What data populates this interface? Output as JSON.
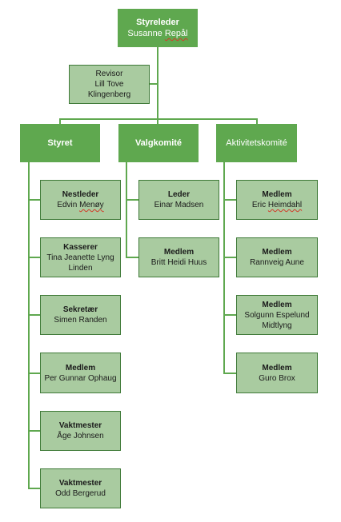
{
  "chair": {
    "title": "Styreleder",
    "name_a": "Susanne ",
    "name_b": "Repål"
  },
  "auditor": {
    "title": "Revisor",
    "line1": "Lill Tove",
    "line2": "Klingenberg"
  },
  "groups": [
    {
      "label": "Styret"
    },
    {
      "label": "Valgkomité"
    },
    {
      "label": "Aktivitetskomité"
    }
  ],
  "board": [
    {
      "title": "Nestleder",
      "name_a": "Edvin ",
      "name_b": "Menøy",
      "name_c": ""
    },
    {
      "title": "Kasserer",
      "name_a": "Tina Jeanette Lyng",
      "name_b": "Linden",
      "name_c": ""
    },
    {
      "title": "Sekretær",
      "name_a": "Simen Randen",
      "name_b": "",
      "name_c": ""
    },
    {
      "title": "Medlem",
      "name_a": "Per Gunnar ",
      "name_b": "Ophaug",
      "name_c": ""
    },
    {
      "title": "Vaktmester",
      "name_a": "Åge Johnsen",
      "name_b": "",
      "name_c": ""
    },
    {
      "title": "Vaktmester",
      "name_a": "Odd Bergerud",
      "name_b": "",
      "name_c": ""
    }
  ],
  "nomination": [
    {
      "title": "Leder",
      "name": "Einar Madsen"
    },
    {
      "title": "Medlem",
      "name": "Britt Heidi Huus"
    }
  ],
  "activity": [
    {
      "title": "Medlem",
      "name_a": "Eric ",
      "name_b": "Heimdahl",
      "name_c": ""
    },
    {
      "title": "Medlem",
      "name_a": "Rannveig Aune",
      "name_b": "",
      "name_c": ""
    },
    {
      "title": "Medlem",
      "name_a": "Solgunn ",
      "name_b": "Espelund",
      "name_c": "Midtlyng"
    },
    {
      "title": "Medlem",
      "name_a": "Guro Brox",
      "name_b": "",
      "name_c": ""
    }
  ]
}
